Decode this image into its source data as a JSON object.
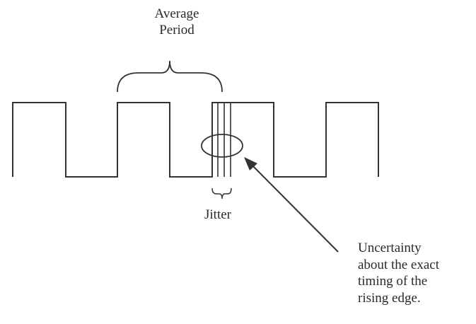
{
  "labels": {
    "average_period": [
      "Average",
      "Period"
    ],
    "jitter": "Jitter",
    "uncertainty_note": [
      "Uncertainty",
      "about the exact",
      "timing of the",
      "rising edge."
    ]
  },
  "colors": {
    "line": "#333333",
    "text": "#2a2a2a",
    "background": "#ffffff"
  }
}
